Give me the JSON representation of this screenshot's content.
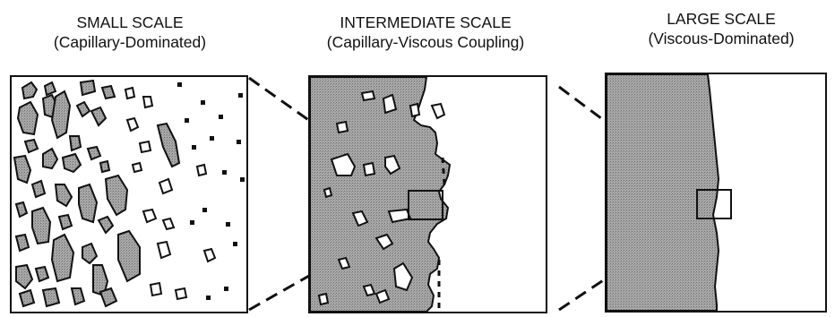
{
  "panels": [
    {
      "title": "SMALL SCALE",
      "subtitle": "(Capillary-Dominated)"
    },
    {
      "title": "INTERMEDIATE SCALE",
      "subtitle": "(Capillary-Viscous Coupling)"
    },
    {
      "title": "LARGE SCALE",
      "subtitle": "(Viscous-Dominated)"
    }
  ],
  "colors": {
    "stroke": "#111111",
    "fill_gray": "#9a9a9a",
    "fill_light": "#ffffff"
  }
}
